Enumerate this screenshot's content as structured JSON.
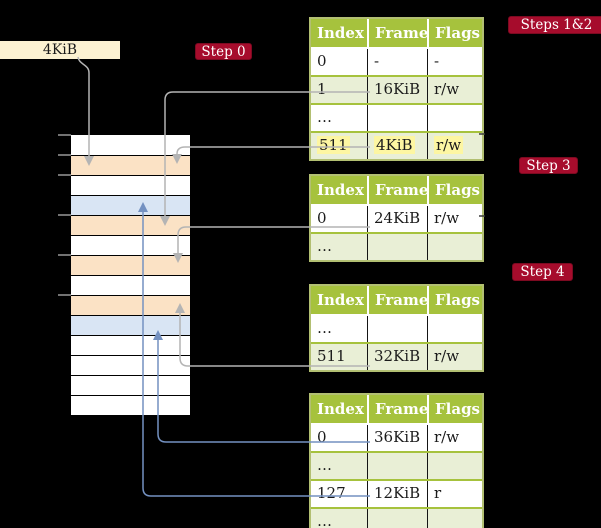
{
  "colors": {
    "background": "#000000",
    "badge-red": "#a60c2c",
    "table-header-green": "#a6c23d",
    "table-row-green": "#e9efd6",
    "highlight-yellow": "#fdf6a2",
    "memory-orange": "#fbe2c5",
    "memory-blue": "#d9e5f4",
    "cream": "#fcf2d2",
    "arrow-gray": "#b4b4b4",
    "arrow-blue": "#7491c1"
  },
  "frame_size_box": {
    "label": "4KiB"
  },
  "badges": {
    "step0": {
      "label": "Step 0"
    },
    "steps12": {
      "label": "Steps 1&2"
    },
    "step3": {
      "label": "Step 3"
    },
    "step4": {
      "label": "Step 4"
    }
  },
  "page_tables": [
    {
      "columns": [
        "Index",
        "Frame",
        "Flags"
      ],
      "rows": [
        {
          "cells": [
            "0",
            "-",
            "-"
          ],
          "shaded": false,
          "highlighted": false
        },
        {
          "cells": [
            "1",
            "16KiB",
            "r/w"
          ],
          "shaded": true,
          "highlighted": false
        },
        {
          "cells": [
            "…",
            "",
            ""
          ],
          "shaded": false,
          "highlighted": false
        },
        {
          "cells": [
            "511",
            "4KiB",
            "r/w"
          ],
          "shaded": true,
          "highlighted": true
        }
      ]
    },
    {
      "columns": [
        "Index",
        "Frame",
        "Flags"
      ],
      "rows": [
        {
          "cells": [
            "0",
            "24KiB",
            "r/w"
          ],
          "shaded": false,
          "highlighted": false
        },
        {
          "cells": [
            "…",
            "",
            ""
          ],
          "shaded": true,
          "highlighted": false
        }
      ]
    },
    {
      "columns": [
        "Index",
        "Frame",
        "Flags"
      ],
      "rows": [
        {
          "cells": [
            "…",
            "",
            ""
          ],
          "shaded": false,
          "highlighted": false
        },
        {
          "cells": [
            "511",
            "32KiB",
            "r/w"
          ],
          "shaded": true,
          "highlighted": false
        }
      ]
    },
    {
      "columns": [
        "Index",
        "Frame",
        "Flags"
      ],
      "rows": [
        {
          "cells": [
            "0",
            "36KiB",
            "r/w"
          ],
          "shaded": false,
          "highlighted": false
        },
        {
          "cells": [
            "…",
            "",
            ""
          ],
          "shaded": true,
          "highlighted": false
        },
        {
          "cells": [
            "127",
            "12KiB",
            "r"
          ],
          "shaded": false,
          "highlighted": false
        },
        {
          "cells": [
            "…",
            "",
            ""
          ],
          "shaded": true,
          "highlighted": false
        }
      ]
    }
  ],
  "memory": {
    "rows": [
      "white",
      "orange",
      "white",
      "blue",
      "orange",
      "white",
      "orange",
      "white",
      "orange",
      "blue",
      "white",
      "white",
      "white",
      "white"
    ],
    "tick_boundaries": [
      0,
      1,
      2,
      4,
      6,
      8
    ]
  },
  "connectors": [
    {
      "from": "frame-size-box",
      "to": "memory-row-2",
      "color": "gray"
    },
    {
      "from": "table1-entry-1",
      "to": "memory-row-5",
      "color": "gray"
    },
    {
      "from": "table1-entry-511",
      "to": "memory-row-2",
      "color": "gray"
    },
    {
      "from": "table2-entry-0",
      "to": "memory-row-7",
      "color": "gray"
    },
    {
      "from": "table3-entry-511",
      "to": "memory-row-9",
      "color": "gray"
    },
    {
      "from": "table4-entry-0",
      "to": "memory-row-10",
      "color": "blue"
    },
    {
      "from": "table4-entry-127",
      "to": "memory-row-4",
      "color": "blue"
    }
  ]
}
